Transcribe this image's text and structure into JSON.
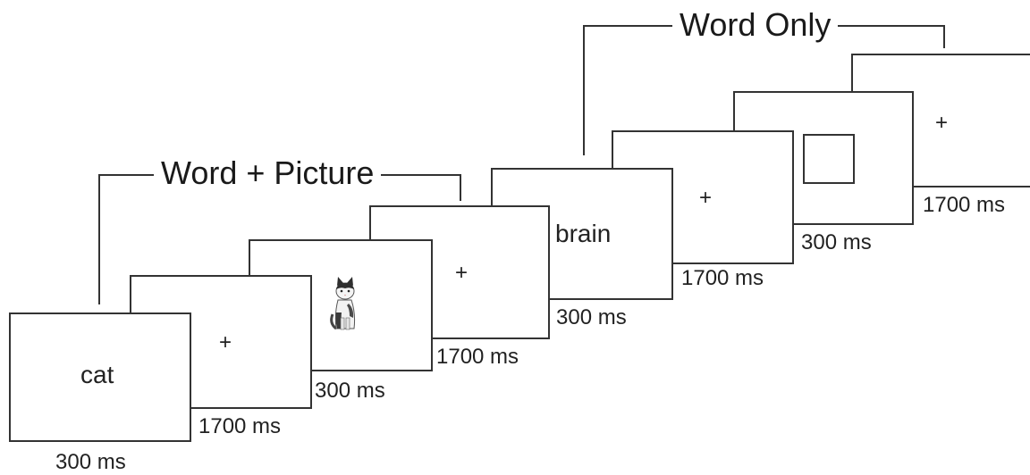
{
  "conditions": {
    "word_picture": {
      "label": "Word + Picture",
      "frames": [
        {
          "stimulus": "cat",
          "duration": "300 ms"
        },
        {
          "stimulus": "+",
          "duration": "1700 ms"
        },
        {
          "stimulus": "cat-picture-icon",
          "duration": "300 ms"
        },
        {
          "stimulus": "+",
          "duration": "1700 ms"
        }
      ]
    },
    "word_only": {
      "label": "Word Only",
      "frames": [
        {
          "stimulus": "brain",
          "duration": "300 ms"
        },
        {
          "stimulus": "+",
          "duration": "1700 ms"
        },
        {
          "stimulus": "blank-square-icon",
          "duration": "300 ms"
        },
        {
          "stimulus": "+",
          "duration": "1700 ms"
        }
      ]
    }
  },
  "colors": {
    "frame_border": "#333333",
    "text": "#222222",
    "background": "#ffffff"
  }
}
